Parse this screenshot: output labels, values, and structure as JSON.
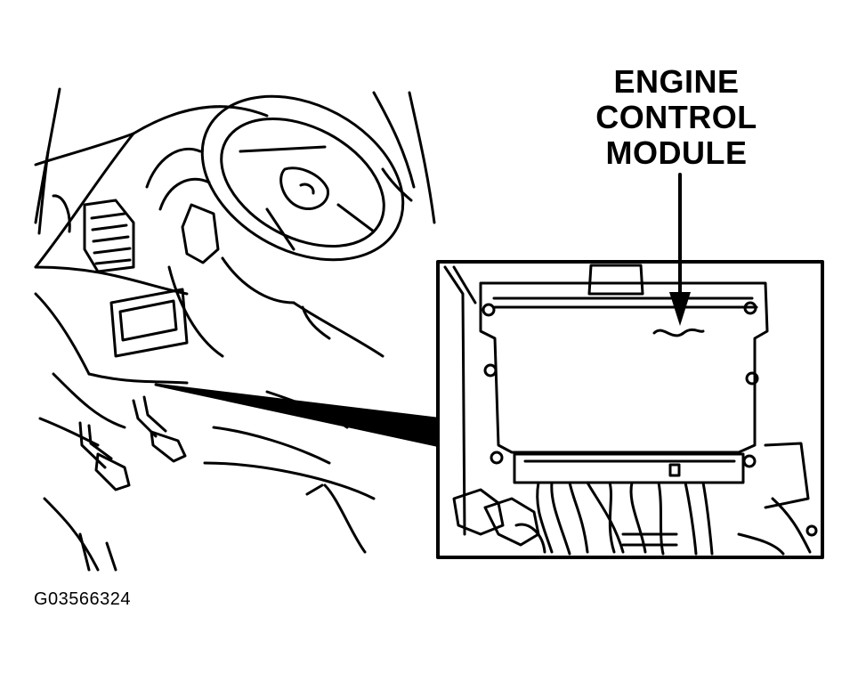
{
  "callout": {
    "line1": "ENGINE",
    "line2": "CONTROL",
    "line3": "MODULE"
  },
  "figure_id": "G03566324",
  "colors": {
    "ink": "#000000",
    "paper": "#ffffff"
  }
}
